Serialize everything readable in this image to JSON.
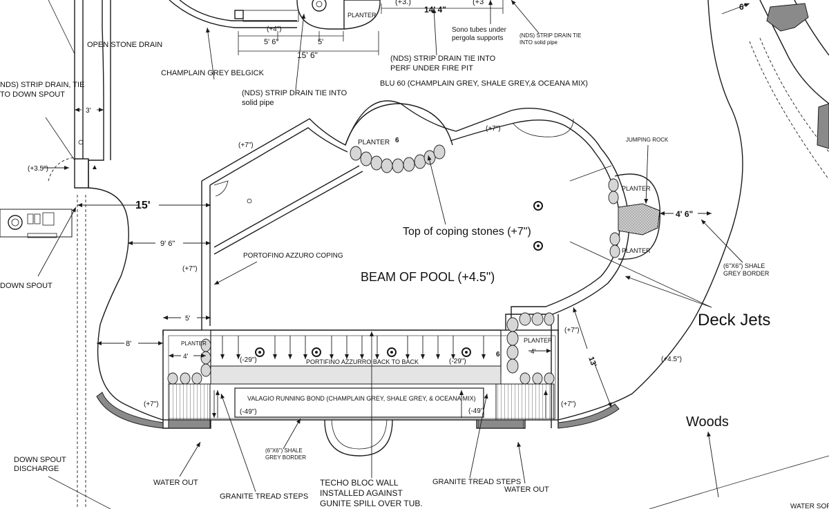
{
  "labels": {
    "open_stone_drain": "OPEN STONE DRAIN",
    "strip_drain_tie_l1": "NDS) STRIP DRAIN, TIE",
    "strip_drain_tie_l2": "TO DOWN SPOUT",
    "champlain_belgick": "CHAMPLAIN GREY BELGICK",
    "nds_solid_l1": "(NDS) STRIP DRAIN TIE INTO",
    "nds_solid_l2": "solid pipe",
    "nds_perf_l1": "(NDS) STRIP DRAIN TIE INTO",
    "nds_perf_l2": "PERF UNDER FIRE PIT",
    "blu60": "BLU 60 (CHAMPLAIN GREY, SHALE GREY,& OCEANA MIX)",
    "sono_l1": "Sono tubes under",
    "sono_l2": "pergola supports",
    "nds_top_right_l1": "(NDS) STRIP DRAIN TIE",
    "nds_top_right_l2": "INTO solid pipe",
    "planter_top_small": "PLANTER",
    "planter_top": "PLANTER",
    "planter_right_top": "PLANTER",
    "planter_right_bottom": "PLANTER",
    "planter_left": "PLANTER",
    "planter_bottom_right": "PLANTER",
    "jumping_rock": "JUMPING ROCK",
    "coping_stones": "Top of coping stones (+7\")",
    "portofino_coping": "PORTOFINO AZZURO COPING",
    "beam_of_pool": "BEAM OF POOL (+4.5\")",
    "deck_jets": "Deck Jets",
    "shale_border_right_l1": "(6\"X6\") SHALE",
    "shale_border_right_l2": "GREY BORDER",
    "portofino_back": "PORTIFINO AZZURRO BACK TO BACK",
    "valagio": "VALAGIO RUNNING BOND (CHAMPLAIN GREY, SHALE GREY, & OCEANA MIX)",
    "down_spout": "DOWN SPOUT",
    "down_spout_discharge_l1": "DOWN SPOUT",
    "down_spout_discharge_l2": "DISCHARGE",
    "water_out_left": "WATER OUT",
    "water_out_right": "WATER OUT",
    "granite_left": "GRANITE TREAD STEPS",
    "granite_right": "GRANITE TREAD STEPS",
    "shale_border_bottom_l1": "(6\"X6\") SHALE",
    "shale_border_bottom_l2": "GREY BORDER",
    "techo_l1": "TECHO BLOC WALL",
    "techo_l2": "INSTALLED AGAINST",
    "techo_l3": "GUNITE SPILL OVER TUB.",
    "woods": "Woods",
    "water_sof": "WATER SOF"
  },
  "dimensions": {
    "d_14_4": "14' 4\"",
    "d_plus3": "(+3.)",
    "d_plus3_right": "(+3",
    "d_plus4": "(+4\")",
    "d_5_6": "5' 6\"",
    "d_5": "5'",
    "d_15_6": "15' 6\"",
    "d_3": "3'",
    "d_plus3_5": "(+3.5\")",
    "d_15": "15'",
    "d_9_6": "9' 6\"",
    "d_plus7_a": "(+7\")",
    "d_plus7_b": "(+7\")",
    "d_plus7_c": "(+7\")",
    "d_plus7_d": "(+7\")",
    "d_plus7_e": "(+7\")",
    "d_plus7_f": "(+7\")",
    "d_6": "6'",
    "d_4_6": "4' 6\"",
    "d_6_planter": "6",
    "d_5_left": "5'",
    "d_4_left": "4'",
    "d_8": "8'",
    "d_minus29_a": "(-29\")",
    "d_minus29_b": "(-29\")",
    "d_minus49_a": "(-49\")",
    "d_minus49_b": "(-49')",
    "d_4_right": "4'",
    "d_13": "13'",
    "d_plus4_5": "(+4.5\")",
    "d_6_right_planter": "6"
  },
  "colors": {
    "line": "#1a1a1a",
    "stone": "#d6d6d6",
    "band": "#8a8a8a"
  }
}
